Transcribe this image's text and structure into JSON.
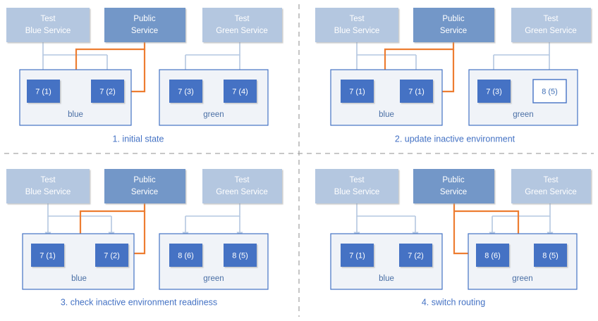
{
  "colors": {
    "service_light": "#b4c7e0",
    "service_dark": "#7397c8",
    "node_fill": "#4472c4",
    "node_border": "#9badc8",
    "node_alt_fill": "#ffffff",
    "node_alt_border": "#4472c4",
    "node_alt_text": "#3f6fb5",
    "env_fill": "#f0f3f8",
    "env_border": "#4472c4",
    "arrow_blue": "#b4c7e0",
    "arrow_orange": "#ed7d31",
    "caption_text": "#4472c4",
    "env_label_text": "#4a6fa5",
    "divider": "#a6a6a6",
    "background": "#ffffff"
  },
  "services": {
    "test_blue": {
      "line1": "Test",
      "line2": "Blue Service"
    },
    "public": {
      "line1": "Public",
      "line2": "Service"
    },
    "test_green": {
      "line1": "Test",
      "line2": "Green Service"
    }
  },
  "environments": {
    "blue_label": "blue",
    "green_label": "green"
  },
  "panels": [
    {
      "id": "panel-1",
      "caption": "1. initial state",
      "blue_nodes": [
        {
          "label": "7 (1)",
          "style": "filled"
        },
        {
          "label": "7 (2)",
          "style": "filled"
        }
      ],
      "green_nodes": [
        {
          "label": "7 (3)",
          "style": "filled"
        },
        {
          "label": "7 (4)",
          "style": "filled"
        }
      ],
      "public_routes_to": "blue"
    },
    {
      "id": "panel-2",
      "caption": "2. update inactive environment",
      "blue_nodes": [
        {
          "label": "7 (1)",
          "style": "filled"
        },
        {
          "label": "7 (1)",
          "style": "filled"
        }
      ],
      "green_nodes": [
        {
          "label": "7 (3)",
          "style": "filled"
        },
        {
          "label": "8 (5)",
          "style": "outline"
        }
      ],
      "public_routes_to": "blue"
    },
    {
      "id": "panel-3",
      "caption": "3. check inactive environment readiness",
      "blue_nodes": [
        {
          "label": "7 (1)",
          "style": "filled"
        },
        {
          "label": "7 (2)",
          "style": "filled"
        }
      ],
      "green_nodes": [
        {
          "label": "8 (6)",
          "style": "filled"
        },
        {
          "label": "8 (5)",
          "style": "filled"
        }
      ],
      "public_routes_to": "blue"
    },
    {
      "id": "panel-4",
      "caption": "4. switch routing",
      "blue_nodes": [
        {
          "label": "7 (1)",
          "style": "filled"
        },
        {
          "label": "7 (2)",
          "style": "filled"
        }
      ],
      "green_nodes": [
        {
          "label": "8 (6)",
          "style": "filled"
        },
        {
          "label": "8 (5)",
          "style": "filled"
        }
      ],
      "public_routes_to": "green"
    }
  ]
}
